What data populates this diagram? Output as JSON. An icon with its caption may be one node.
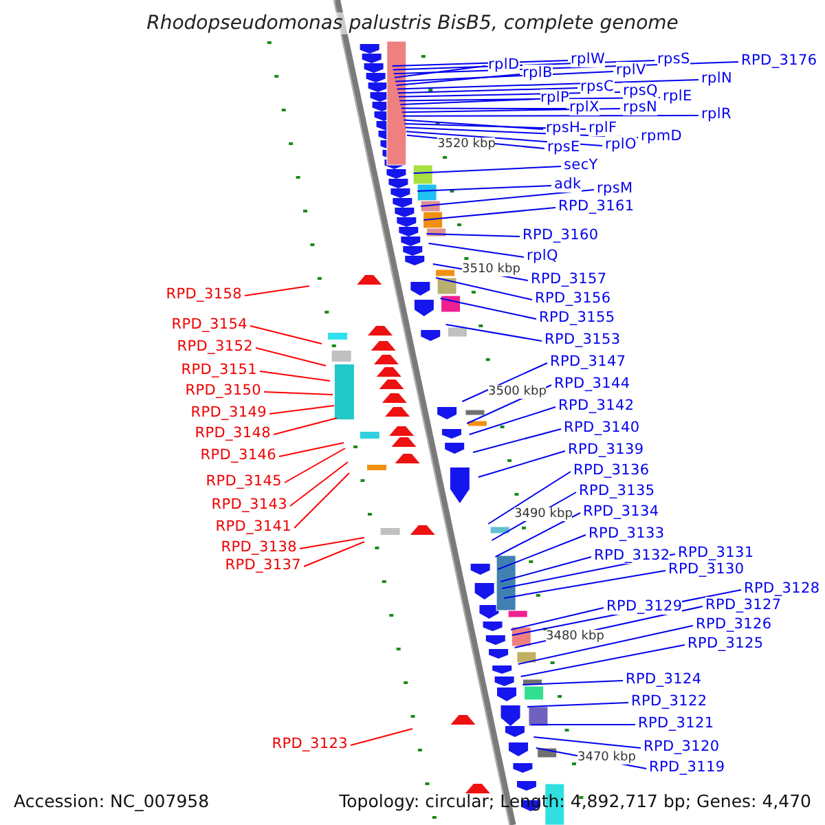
{
  "diagram": {
    "title": "Rhodopseudomonas palustris BisB5, complete genome",
    "nodes": [
      {
        "text": [
          "rplW"
        ]
      },
      {
        "text": [
          "rpsS"
        ]
      },
      {
        "text": [
          "RPD_3176"
        ]
      },
      {
        "text": [
          "rplD"
        ]
      },
      {
        "text": [
          "rplV"
        ]
      },
      {
        "text": [
          "rplB"
        ]
      },
      {
        "text": [
          "rplN"
        ]
      },
      {
        "text": [
          "rpsC"
        ]
      },
      {
        "text": [
          "rpsQ"
        ]
      },
      {
        "text": [
          "rplE"
        ]
      },
      {
        "text": [
          "rplP"
        ]
      },
      {
        "text": [
          "rplX"
        ]
      },
      {
        "text": [
          "rpsN"
        ]
      },
      {
        "text": [
          "rplR"
        ]
      },
      {
        "text": [
          "rpsH"
        ]
      },
      {
        "text": [
          "rplF"
        ]
      },
      {
        "text": [
          "rpmD"
        ]
      },
      {
        "text": [
          "rplO"
        ]
      },
      {
        "text": [
          "rpsE"
        ]
      },
      {
        "text": [
          "secY"
        ]
      },
      {
        "text": [
          "adk"
        ]
      },
      {
        "text": [
          "rpsM"
        ]
      },
      {
        "text": [
          "RPD_3161"
        ]
      },
      {
        "text": [
          "RPD_3160"
        ]
      },
      {
        "text": [
          "rplQ"
        ]
      },
      {
        "text": [
          "RPD_3157"
        ]
      },
      {
        "text": [
          "RPD_3158"
        ]
      },
      {
        "text": [
          "RPD_3156"
        ]
      },
      {
        "text": [
          "RPD_3155"
        ]
      },
      {
        "text": [
          "RPD_3154"
        ]
      },
      {
        "text": [
          "RPD_3153"
        ]
      },
      {
        "text": [
          "RPD_3152"
        ]
      },
      {
        "text": [
          "RPD_3147"
        ]
      },
      {
        "text": [
          "RPD_3151"
        ]
      },
      {
        "text": [
          "RPD_3144"
        ]
      },
      {
        "text": [
          "RPD_3150"
        ]
      },
      {
        "text": [
          "RPD_3142"
        ]
      },
      {
        "text": [
          "RPD_3149"
        ]
      },
      {
        "text": [
          "RPD_3140"
        ]
      },
      {
        "text": [
          "RPD_3148"
        ]
      },
      {
        "text": [
          "RPD_3139"
        ]
      },
      {
        "text": [
          "RPD_3146"
        ]
      },
      {
        "text": [
          "RPD_3136"
        ]
      },
      {
        "text": [
          "RPD_3145"
        ]
      },
      {
        "text": [
          "RPD_3135"
        ]
      },
      {
        "text": [
          "RPD_3143"
        ]
      },
      {
        "text": [
          "RPD_3134"
        ]
      },
      {
        "text": [
          "RPD_3141"
        ]
      },
      {
        "text": [
          "RPD_3133"
        ]
      },
      {
        "text": [
          "RPD_3138"
        ]
      },
      {
        "text": [
          "RPD_3131"
        ]
      },
      {
        "text": [
          "RPD_3132"
        ]
      },
      {
        "text": [
          "RPD_3137"
        ]
      },
      {
        "text": [
          "RPD_3130"
        ]
      },
      {
        "text": [
          "RPD_3128"
        ]
      },
      {
        "text": [
          "RPD_3127"
        ]
      },
      {
        "text": [
          "RPD_3129"
        ]
      },
      {
        "text": [
          "RPD_3126"
        ]
      },
      {
        "text": [
          "RPD_3125"
        ]
      },
      {
        "text": [
          "RPD_3124"
        ]
      },
      {
        "text": [
          "RPD_3122"
        ]
      },
      {
        "text": [
          "RPD_3121"
        ]
      },
      {
        "text": [
          "RPD_3123"
        ]
      },
      {
        "text": [
          "RPD_3120"
        ]
      },
      {
        "text": [
          "RPD_3119"
        ]
      }
    ],
    "edges": [
      {
        "from": 0,
        "to": null,
        "arrow": "none"
      },
      {
        "from": 1,
        "to": null,
        "arrow": "none"
      },
      {
        "from": 2,
        "to": null,
        "arrow": "none"
      },
      {
        "from": 3,
        "to": null,
        "arrow": "none"
      },
      {
        "from": 4,
        "to": null,
        "arrow": "none"
      },
      {
        "from": 5,
        "to": null,
        "arrow": "none"
      },
      {
        "from": 6,
        "to": null,
        "arrow": "none"
      },
      {
        "from": 7,
        "to": null,
        "arrow": "none"
      },
      {
        "from": 8,
        "to": null,
        "arrow": "none"
      },
      {
        "from": 9,
        "to": null,
        "arrow": "none"
      },
      {
        "from": 10,
        "to": null,
        "arrow": "none"
      },
      {
        "from": 11,
        "to": null,
        "arrow": "none"
      },
      {
        "from": 12,
        "to": null,
        "arrow": "none"
      },
      {
        "from": 13,
        "to": null,
        "arrow": "none"
      },
      {
        "from": 14,
        "to": null,
        "arrow": "none"
      },
      {
        "from": 15,
        "to": null,
        "arrow": "none"
      },
      {
        "from": 16,
        "to": null,
        "arrow": "none"
      },
      {
        "from": 17,
        "to": null,
        "arrow": "none"
      },
      {
        "from": 18,
        "to": null,
        "arrow": "none"
      },
      {
        "from": 19,
        "to": null,
        "arrow": "none"
      },
      {
        "from": 20,
        "to": null,
        "arrow": "none"
      },
      {
        "from": 21,
        "to": null,
        "arrow": "none"
      },
      {
        "from": 22,
        "to": null,
        "arrow": "none"
      },
      {
        "from": 23,
        "to": null,
        "arrow": "none"
      },
      {
        "from": 24,
        "to": null,
        "arrow": "none"
      },
      {
        "from": 25,
        "to": null,
        "arrow": "none"
      },
      {
        "from": 26,
        "to": null,
        "arrow": "none",
        "color": "#ff0000"
      },
      {
        "from": 27,
        "to": null,
        "arrow": "none"
      },
      {
        "from": 28,
        "to": null,
        "arrow": "none"
      },
      {
        "from": 29,
        "to": null,
        "arrow": "none",
        "color": "#ff0000"
      },
      {
        "from": 30,
        "to": null,
        "arrow": "none"
      },
      {
        "from": 31,
        "to": null,
        "arrow": "none",
        "color": "#ff0000"
      },
      {
        "from": 32,
        "to": null,
        "arrow": "none"
      },
      {
        "from": 33,
        "to": null,
        "arrow": "none",
        "color": "#ff0000"
      },
      {
        "from": 34,
        "to": null,
        "arrow": "none"
      },
      {
        "from": 35,
        "to": null,
        "arrow": "none",
        "color": "#ff0000"
      },
      {
        "from": 36,
        "to": null,
        "arrow": "none"
      },
      {
        "from": 37,
        "to": null,
        "arrow": "none",
        "color": "#ff0000"
      },
      {
        "from": 38,
        "to": null,
        "arrow": "none"
      },
      {
        "from": 39,
        "to": null,
        "arrow": "none",
        "color": "#ff0000"
      },
      {
        "from": 40,
        "to": null,
        "arrow": "none"
      },
      {
        "from": 41,
        "to": null,
        "arrow": "none",
        "color": "#ff0000"
      },
      {
        "from": 42,
        "to": null,
        "arrow": "none"
      },
      {
        "from": 43,
        "to": null,
        "arrow": "none",
        "color": "#ff0000"
      },
      {
        "from": 44,
        "to": null,
        "arrow": "none"
      },
      {
        "from": 45,
        "to": null,
        "arrow": "none",
        "color": "#ff0000"
      },
      {
        "from": 46,
        "to": null,
        "arrow": "none"
      },
      {
        "from": 47,
        "to": null,
        "arrow": "none",
        "color": "#ff0000"
      },
      {
        "from": 48,
        "to": null,
        "arrow": "none"
      },
      {
        "from": 49,
        "to": null,
        "arrow": "none",
        "color": "#ff0000"
      },
      {
        "from": 50,
        "to": null,
        "arrow": "none"
      },
      {
        "from": 51,
        "to": null,
        "arrow": "none"
      },
      {
        "from": 52,
        "to": null,
        "arrow": "none",
        "color": "#ff0000"
      },
      {
        "from": 53,
        "to": null,
        "arrow": "none"
      },
      {
        "from": 54,
        "to": null,
        "arrow": "none"
      },
      {
        "from": 55,
        "to": null,
        "arrow": "none"
      },
      {
        "from": 56,
        "to": null,
        "arrow": "none"
      },
      {
        "from": 57,
        "to": null,
        "arrow": "none"
      },
      {
        "from": 58,
        "to": null,
        "arrow": "none"
      },
      {
        "from": 59,
        "to": null,
        "arrow": "none"
      },
      {
        "from": 60,
        "to": null,
        "arrow": "none"
      },
      {
        "from": 61,
        "to": null,
        "arrow": "none"
      },
      {
        "from": 62,
        "to": null,
        "arrow": "none",
        "color": "#ff0000"
      },
      {
        "from": 63,
        "to": null,
        "arrow": "none"
      },
      {
        "from": 64,
        "to": null,
        "arrow": "none"
      }
    ],
    "labels": [
      "3520 kbp",
      "3510 kbp",
      "3500 kbp",
      "3490 kbp",
      "3480 kbp",
      "3470 kbp",
      "Accession: NC_007958",
      "Topology: circular; Length: 4,892,717 bp; Genes: 4,470"
    ]
  }
}
